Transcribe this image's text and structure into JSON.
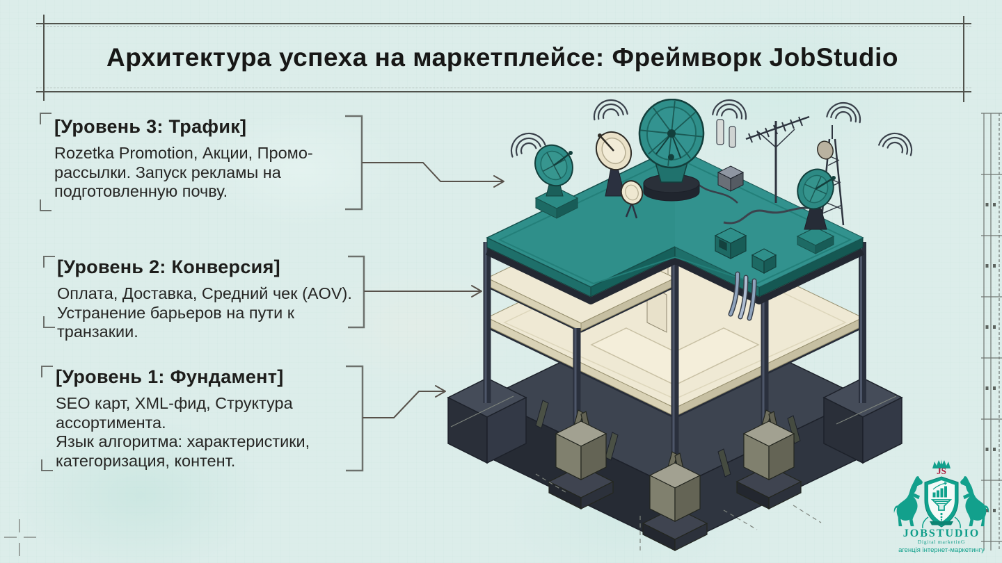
{
  "slide": {
    "title": "Архитектура успеха на маркетплейсе: Фреймворк JobStudio"
  },
  "levels": [
    {
      "heading": "[Уровень 3: Трафик]",
      "body": "Rozetka Promotion, Акции, Промо-\nрассылки. Запуск рекламы на\nподготовленную почву."
    },
    {
      "heading": "[Уровень 2: Конверсия]",
      "body": "Оплата, Доставка, Средний чек (AOV).\nУстранение барьеров на пути к\nтранзакии."
    },
    {
      "heading": "[Уровень 1: Фундамент]",
      "body": "SEO карт, XML-фид, Структура\nассортимента.\nЯзык алгоритма: характеристики,\nкатегоризация, контент."
    }
  ],
  "logo": {
    "monogram": "JS",
    "name": "JOBSTUDIO",
    "tagline": "Digital marketinG",
    "subtitle": "агенція інтернет-маркетингу"
  },
  "colors": {
    "background": "#dcedea",
    "frame_line": "#50524c",
    "text": "#1d1d1b",
    "roof_teal": "#2f8f8a",
    "roof_teal_dark": "#1e6f6a",
    "slab_cream": "#efe9d4",
    "steel_dark": "#2b3140",
    "concrete_light": "#a2a191",
    "concrete_dark": "#343a46",
    "logo_teal": "#0fa28d",
    "logo_red": "#ac1538"
  }
}
